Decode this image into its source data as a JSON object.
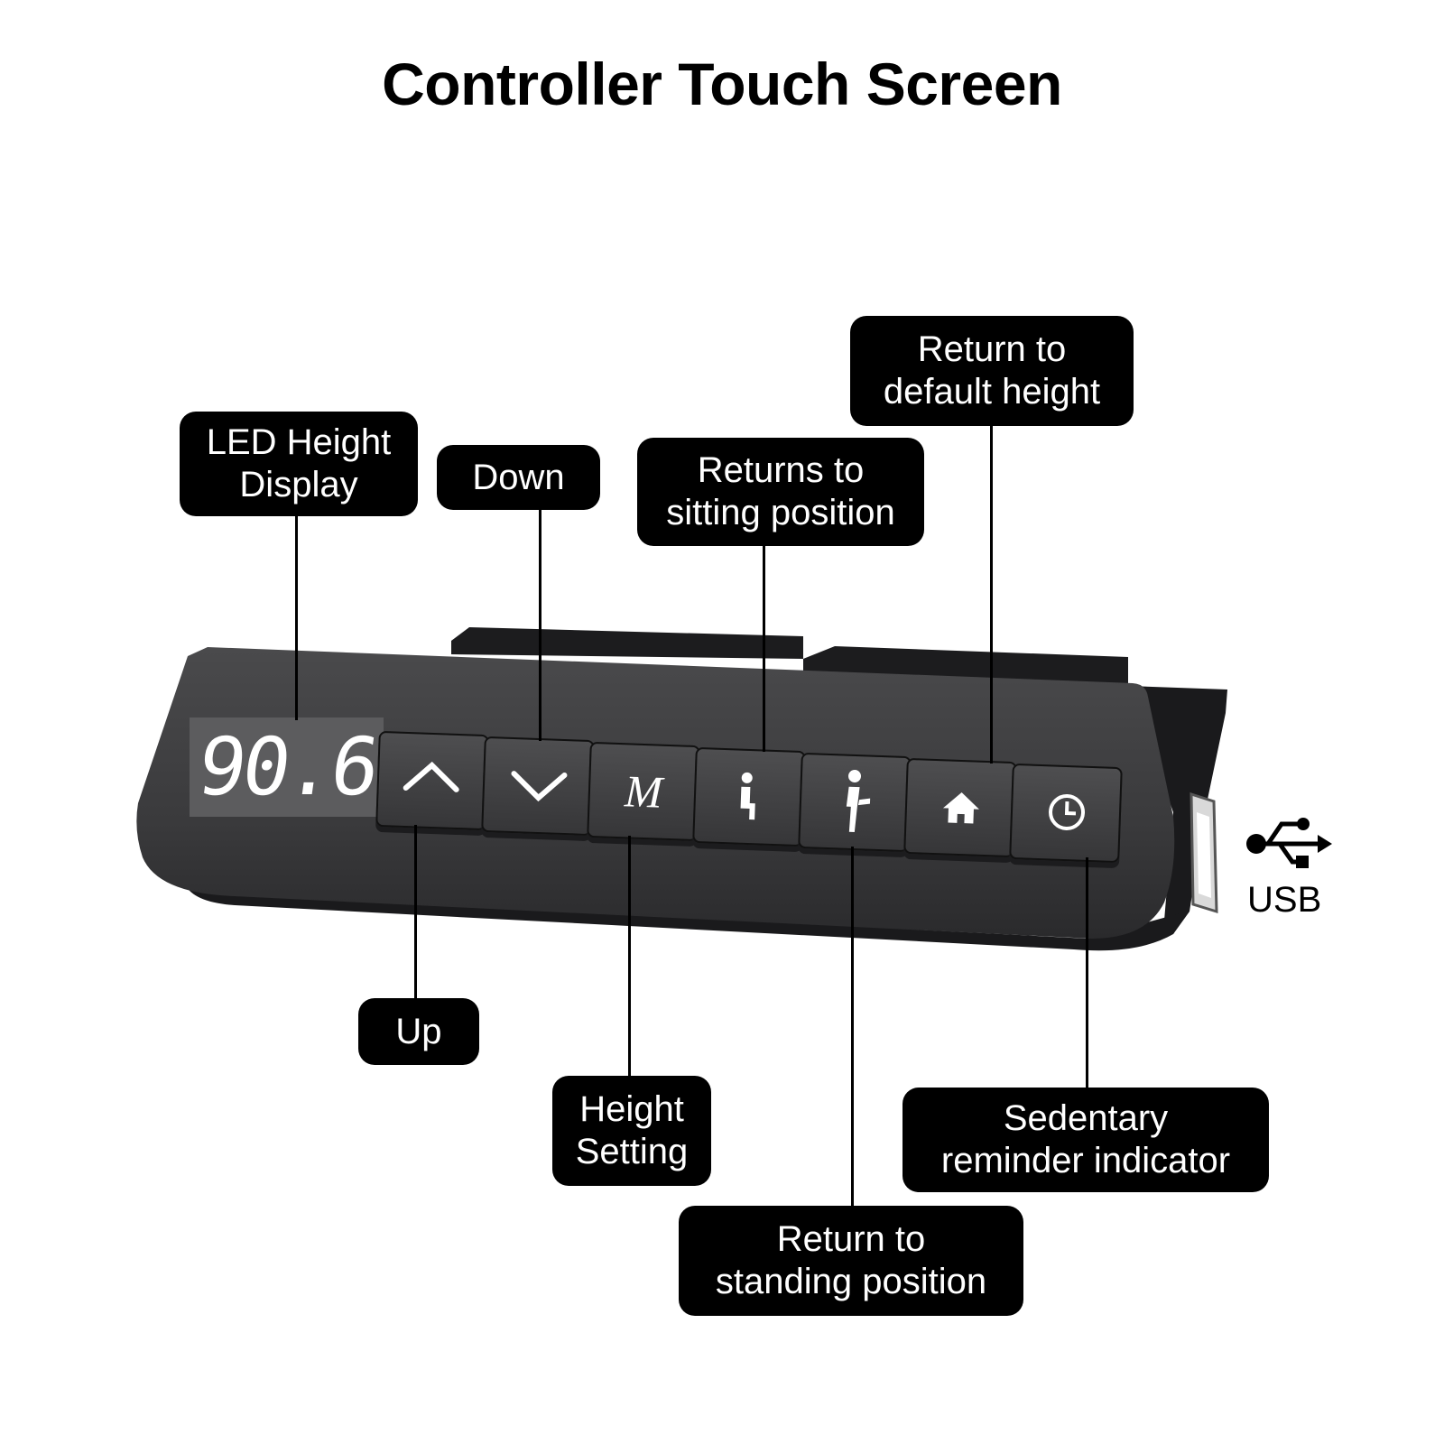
{
  "title": "Controller Touch Screen",
  "display": {
    "value": "90.6"
  },
  "buttons": {
    "up": "up-arrow-icon",
    "down": "down-arrow-icon",
    "memory": "M",
    "sitting": "sitting-person-icon",
    "standing": "standing-person-icon",
    "home": "home-icon",
    "reminder": "clock-icon"
  },
  "labels": {
    "led_line1": "LED Height",
    "led_line2": "Display",
    "down": "Down",
    "sitting_line1": "Returns to",
    "sitting_line2": "sitting position",
    "default_line1": "Return to",
    "default_line2": "default height",
    "up": "Up",
    "height_line1": "Height",
    "height_line2": "Setting",
    "standing_line1": "Return to",
    "standing_line2": "standing position",
    "reminder_line1": "Sedentary",
    "reminder_line2": "reminder indicator"
  },
  "usb": {
    "label": "USB",
    "icon": "usb-icon"
  },
  "colors": {
    "background": "#ffffff",
    "label_bg": "#000000",
    "label_text": "#ffffff",
    "device": "#3a3a3c"
  }
}
